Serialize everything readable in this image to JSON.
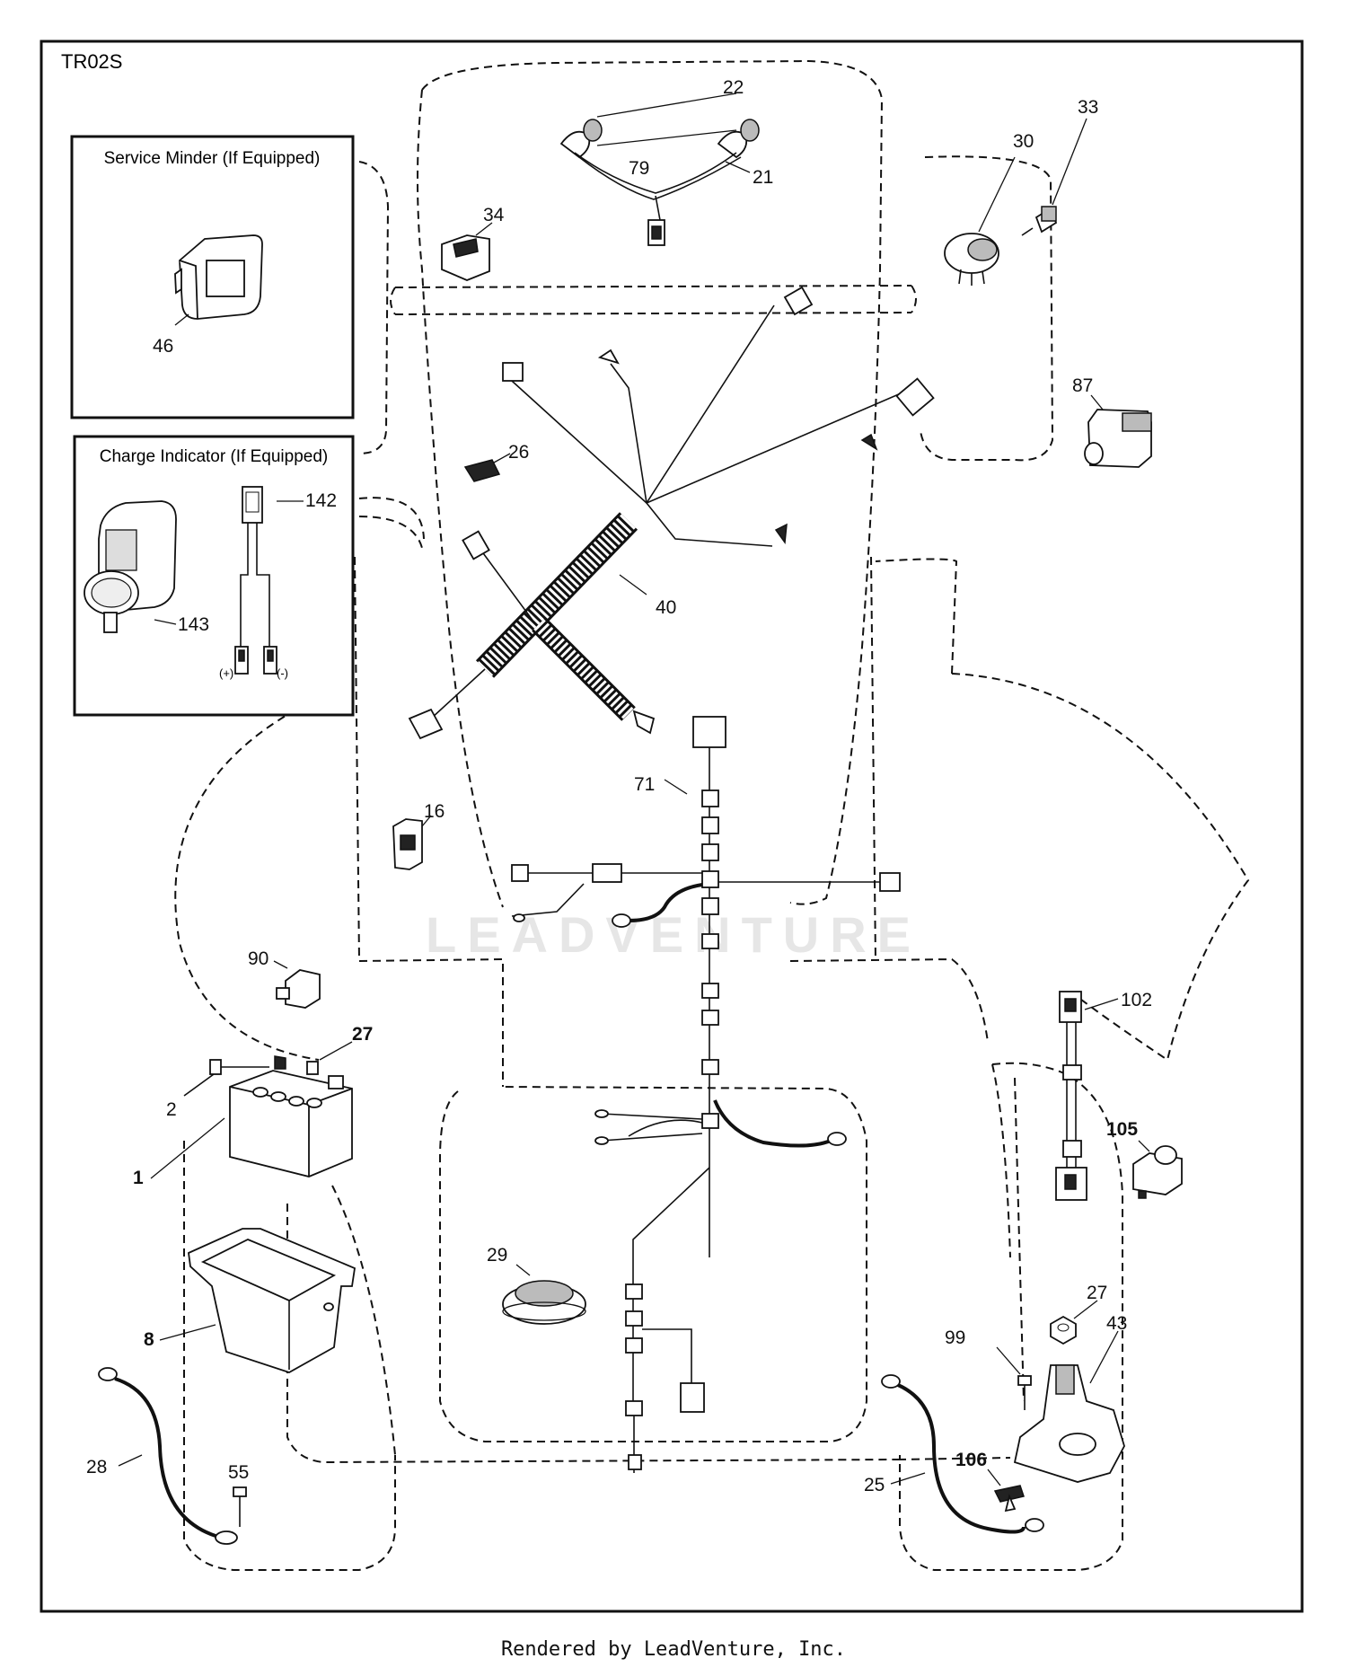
{
  "diagram": {
    "id": "TR02S",
    "boxes": {
      "service_minder": "Service Minder (If Equipped)",
      "charge_indicator": "Charge Indicator (If Equipped)",
      "plus_label": "(+)",
      "minus_label": "(-)"
    },
    "callouts": {
      "c22": "22",
      "c79": "79",
      "c21": "21",
      "c34": "34",
      "c30": "30",
      "c33": "33",
      "c87": "87",
      "c46": "46",
      "c26": "26",
      "c142": "142",
      "c143": "143",
      "c40": "40",
      "c71": "71",
      "c16": "16",
      "c90": "90",
      "c27a": "27",
      "c2": "2",
      "c1": "1",
      "c8": "8",
      "c29": "29",
      "c102": "102",
      "c105": "105",
      "c27b": "27",
      "c43": "43",
      "c99": "99",
      "c28": "28",
      "c55": "55",
      "c106": "106",
      "c25": "25"
    },
    "watermark": "LEADVENTURE"
  },
  "footer": "Rendered by LeadVenture, Inc."
}
